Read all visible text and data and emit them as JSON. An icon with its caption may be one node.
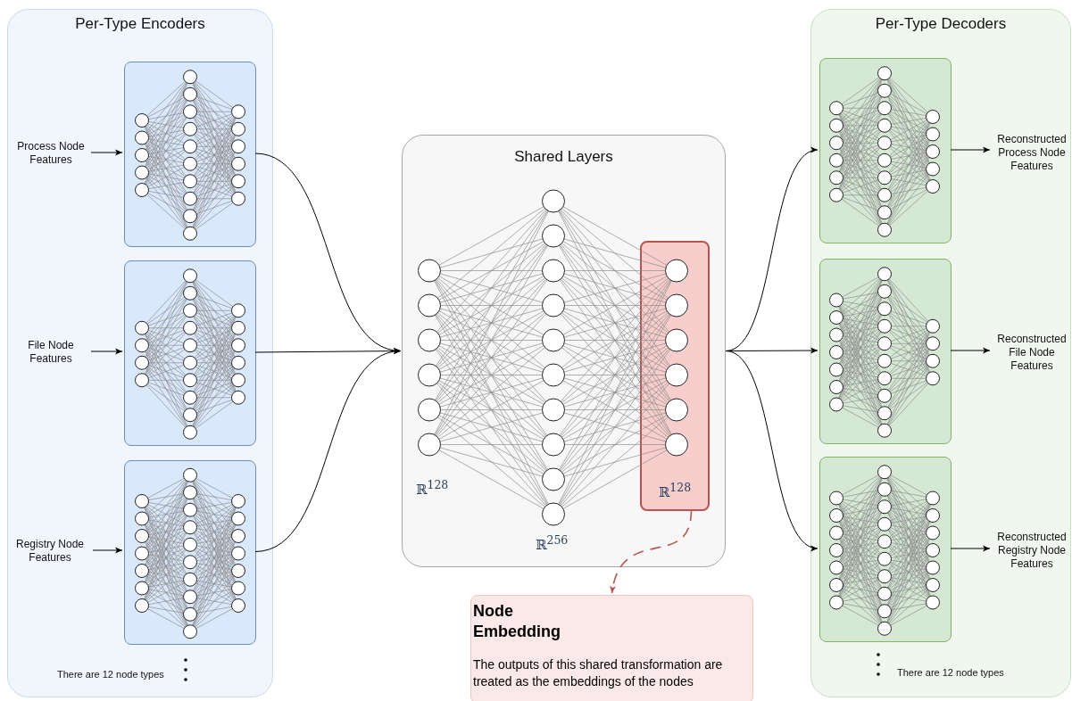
{
  "diagram": {
    "nodes": [
      {
        "text": [
          "Per-Type Encoders"
        ]
      },
      {
        "text": [],
        "shape": "box",
        "in": 0
      },
      {
        "text": [],
        "shape": "box",
        "in": 0
      },
      {
        "text": [],
        "shape": "box",
        "in": 0
      },
      {
        "text": [
          "Process Node Features"
        ],
        "in": 0
      },
      {
        "text": [
          "File Node Features"
        ],
        "in": 0
      },
      {
        "text": [
          "Registry Node Features"
        ],
        "in": 0
      },
      {
        "text": [
          "Shared Layers"
        ]
      },
      {
        "text": [
          "ℝ$^{128}$"
        ],
        "in": 7
      },
      {
        "text": [
          "Node Embedding",
          "The outputs of this shared transformation are treated as the embeddings of the nodes"
        ]
      },
      {
        "text": [
          "Per-Type Decoders"
        ]
      },
      {
        "text": [],
        "shape": "box",
        "in": 10
      },
      {
        "text": [],
        "shape": "box",
        "in": 10
      },
      {
        "text": [],
        "shape": "box",
        "in": 10
      },
      {
        "text": [
          "Reconstructed Process Node Features"
        ],
        "in": 10
      },
      {
        "text": [
          "Reconstructed File Node Features"
        ],
        "in": 10
      },
      {
        "text": [
          "Reconstructed Registry Node Features"
        ],
        "in": 10
      }
    ],
    "edges": [
      {
        "from": 4,
        "to": 1,
        "arrow": "to"
      },
      {
        "from": 5,
        "to": 2,
        "arrow": "to"
      },
      {
        "from": 6,
        "to": 3,
        "arrow": "to"
      },
      {
        "from": 1,
        "to": 7,
        "arrow": "to"
      },
      {
        "from": 2,
        "to": 7,
        "arrow": "to"
      },
      {
        "from": 3,
        "to": 7,
        "arrow": "to"
      },
      {
        "from": 7,
        "to": 11,
        "arrow": "to"
      },
      {
        "from": 7,
        "to": 12,
        "arrow": "to"
      },
      {
        "from": 7,
        "to": 13,
        "arrow": "to"
      },
      {
        "from": 11,
        "to": 14,
        "arrow": "to"
      },
      {
        "from": 12,
        "to": 15,
        "arrow": "to"
      },
      {
        "from": 13,
        "to": 16,
        "arrow": "to"
      },
      {
        "from": 8,
        "to": 9,
        "arrow": "to",
        "style": "dashed",
        "color": "#b85450"
      }
    ],
    "labels": [
      "ℝ$^{128}$",
      "ℝ$^{256}$",
      "There are 12 node types",
      "There are 12 node types"
    ]
  }
}
